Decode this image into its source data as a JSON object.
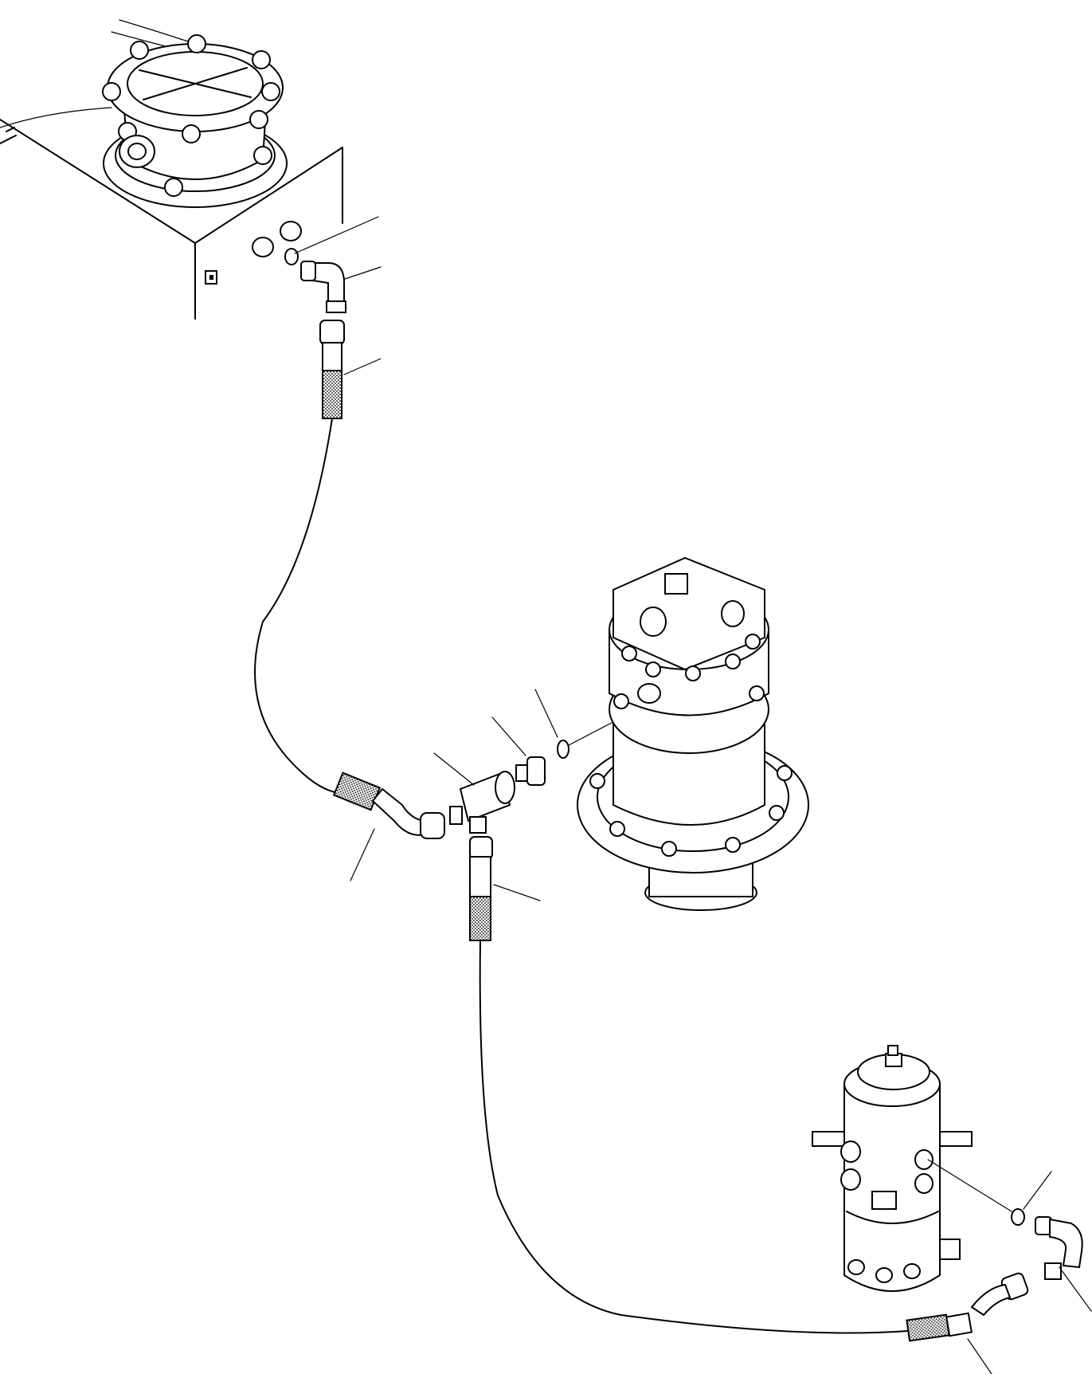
{
  "figure": {
    "components": [
      {
        "id": "hydraulic-tank",
        "icon": "tank-icon"
      },
      {
        "id": "swing-motor",
        "icon": "swing-motor-icon"
      },
      {
        "id": "swivel-joint",
        "icon": "swivel-joint-icon"
      }
    ],
    "parts": [
      {
        "id": "o-ring",
        "icon": "o-ring-icon"
      },
      {
        "id": "elbow-fitting",
        "icon": "elbow-icon"
      },
      {
        "id": "hose",
        "icon": "hose-icon"
      },
      {
        "id": "tee-fitting",
        "icon": "tee-icon"
      },
      {
        "id": "adapter-fitting",
        "icon": "adapter-icon"
      }
    ],
    "callouts_count": 11,
    "line_color": "#000000",
    "background": "#ffffff"
  }
}
